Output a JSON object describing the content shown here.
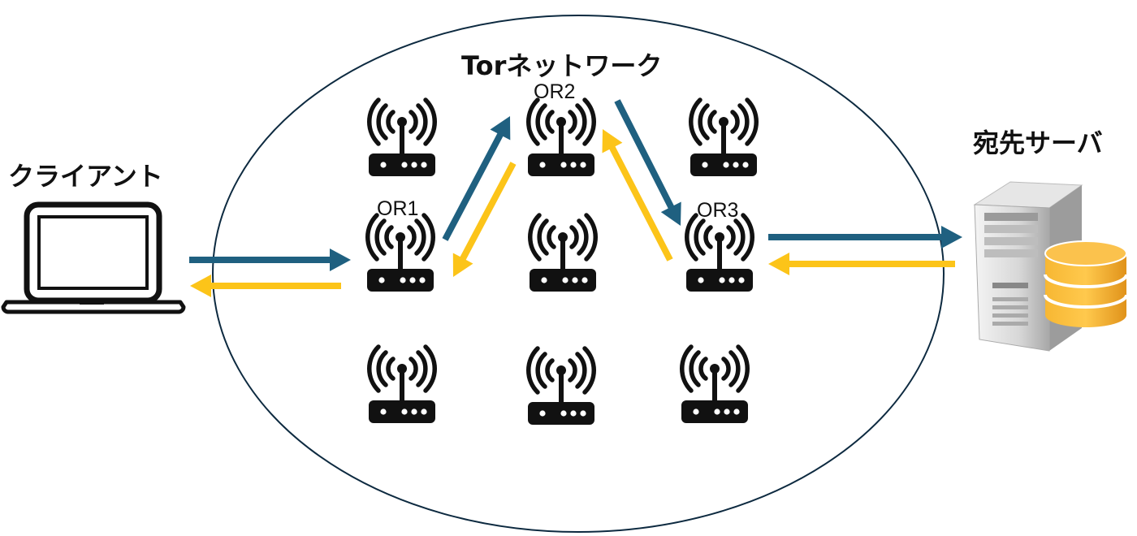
{
  "network": {
    "title": "Torネットワーク",
    "nodes": [
      {
        "id": "or1",
        "label": "OR1"
      },
      {
        "id": "or2",
        "label": "OR2"
      },
      {
        "id": "or3",
        "label": "OR3"
      }
    ]
  },
  "client": {
    "label": "クライアント",
    "icon": "laptop-icon"
  },
  "server": {
    "label": "宛先サーバ",
    "icon": "server-database-icon"
  },
  "colors": {
    "request": "#1f6080",
    "response": "#fcc419",
    "ink": "#111111",
    "db": "#f5a623"
  }
}
